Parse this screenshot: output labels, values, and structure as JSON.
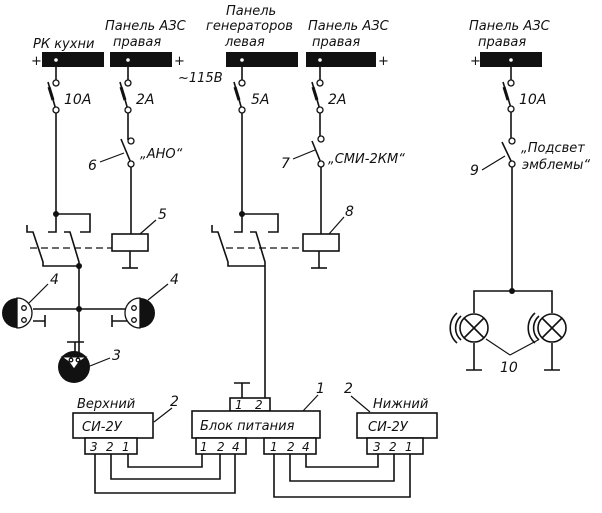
{
  "title": "Схема электропитания сигнальных огней",
  "buses": [
    {
      "id": "bus-rk",
      "label_lines": [
        "РК кухни"
      ],
      "sign_left": "+",
      "sign_right": ""
    },
    {
      "id": "bus-azs-right-1",
      "label_lines": [
        "Панель АЗС",
        "правая"
      ],
      "sign_left": "",
      "sign_right": "+"
    },
    {
      "id": "bus-gen-left",
      "label_lines": [
        "Панель",
        "генераторов",
        "левая"
      ],
      "sign_left": "",
      "sign_right": ""
    },
    {
      "id": "bus-azs-right-2",
      "label_lines": [
        "Панель АЗС",
        "правая"
      ],
      "sign_left": "",
      "sign_right": "+"
    },
    {
      "id": "bus-azs-right-3",
      "label_lines": [
        "Панель АЗС",
        "правая"
      ],
      "sign_left": "+",
      "sign_right": ""
    }
  ],
  "voltage_label": "~115В",
  "breakers": [
    "10А",
    "2А",
    "5А",
    "2А",
    "10А"
  ],
  "switches": [
    {
      "number": "6",
      "label": "„АНО“"
    },
    {
      "number": "7",
      "label": "„СМИ-2КМ“"
    },
    {
      "number": "9",
      "label_lines": [
        "„Подсвет",
        "эмблемы“"
      ]
    }
  ],
  "relays": [
    {
      "number": "5"
    },
    {
      "number": "8"
    }
  ],
  "lamps": [
    {
      "number": "4",
      "count": 2
    },
    {
      "number": "3",
      "count": 1
    },
    {
      "number": "10",
      "count": 2
    }
  ],
  "units": {
    "upper": {
      "number": "2",
      "title": "Верхний",
      "name": "СИ-2У",
      "pins": [
        "3",
        "2",
        "1"
      ]
    },
    "power": {
      "number": "1",
      "name": "Блок питания",
      "top_pins": [
        "1",
        "2"
      ],
      "pins_left": [
        "1",
        "2",
        "4"
      ],
      "pins_right": [
        "1",
        "2",
        "4"
      ]
    },
    "lower": {
      "number": "2",
      "title": "Нижний",
      "name": "СИ-2У",
      "pins": [
        "3",
        "2",
        "1"
      ]
    }
  }
}
